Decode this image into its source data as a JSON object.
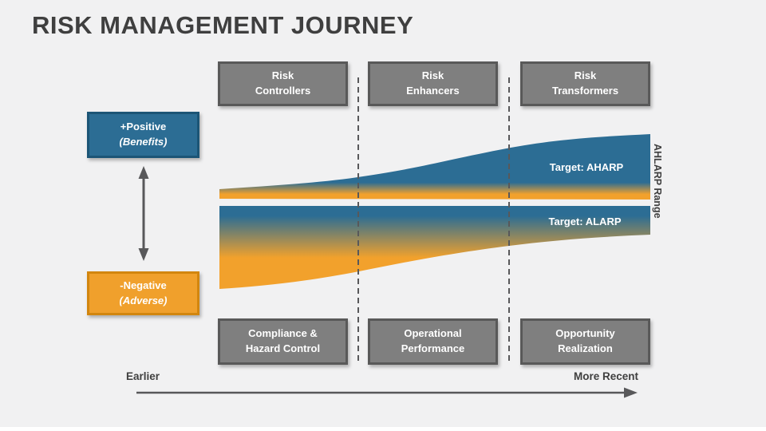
{
  "title": "RISK MANAGEMENT JOURNEY",
  "colors": {
    "blue": "#2C6D94",
    "orange": "#F2A12C",
    "box_gray": "#7F7F7F",
    "box_gray_border": "#595959",
    "line_gray": "#58585A",
    "text_dark": "#3F3F3F"
  },
  "stages": {
    "top": [
      "Risk\nControllers",
      "Risk\nEnhancers",
      "Risk\nTransformers"
    ],
    "bottom": [
      "Compliance &\nHazard Control",
      "Operational\nPerformance",
      "Opportunity\nRealization"
    ]
  },
  "side_labels": {
    "positive": {
      "line1": "+Positive",
      "line2": "(Benefits)"
    },
    "negative": {
      "line1": "-Negative",
      "line2": "(Adverse)"
    }
  },
  "targets": {
    "upper": "Target: AHARP",
    "lower": "Target: ALARP"
  },
  "range_label": "AHLARP Range",
  "timeline": {
    "left": "Earlier",
    "right": "More Recent"
  }
}
